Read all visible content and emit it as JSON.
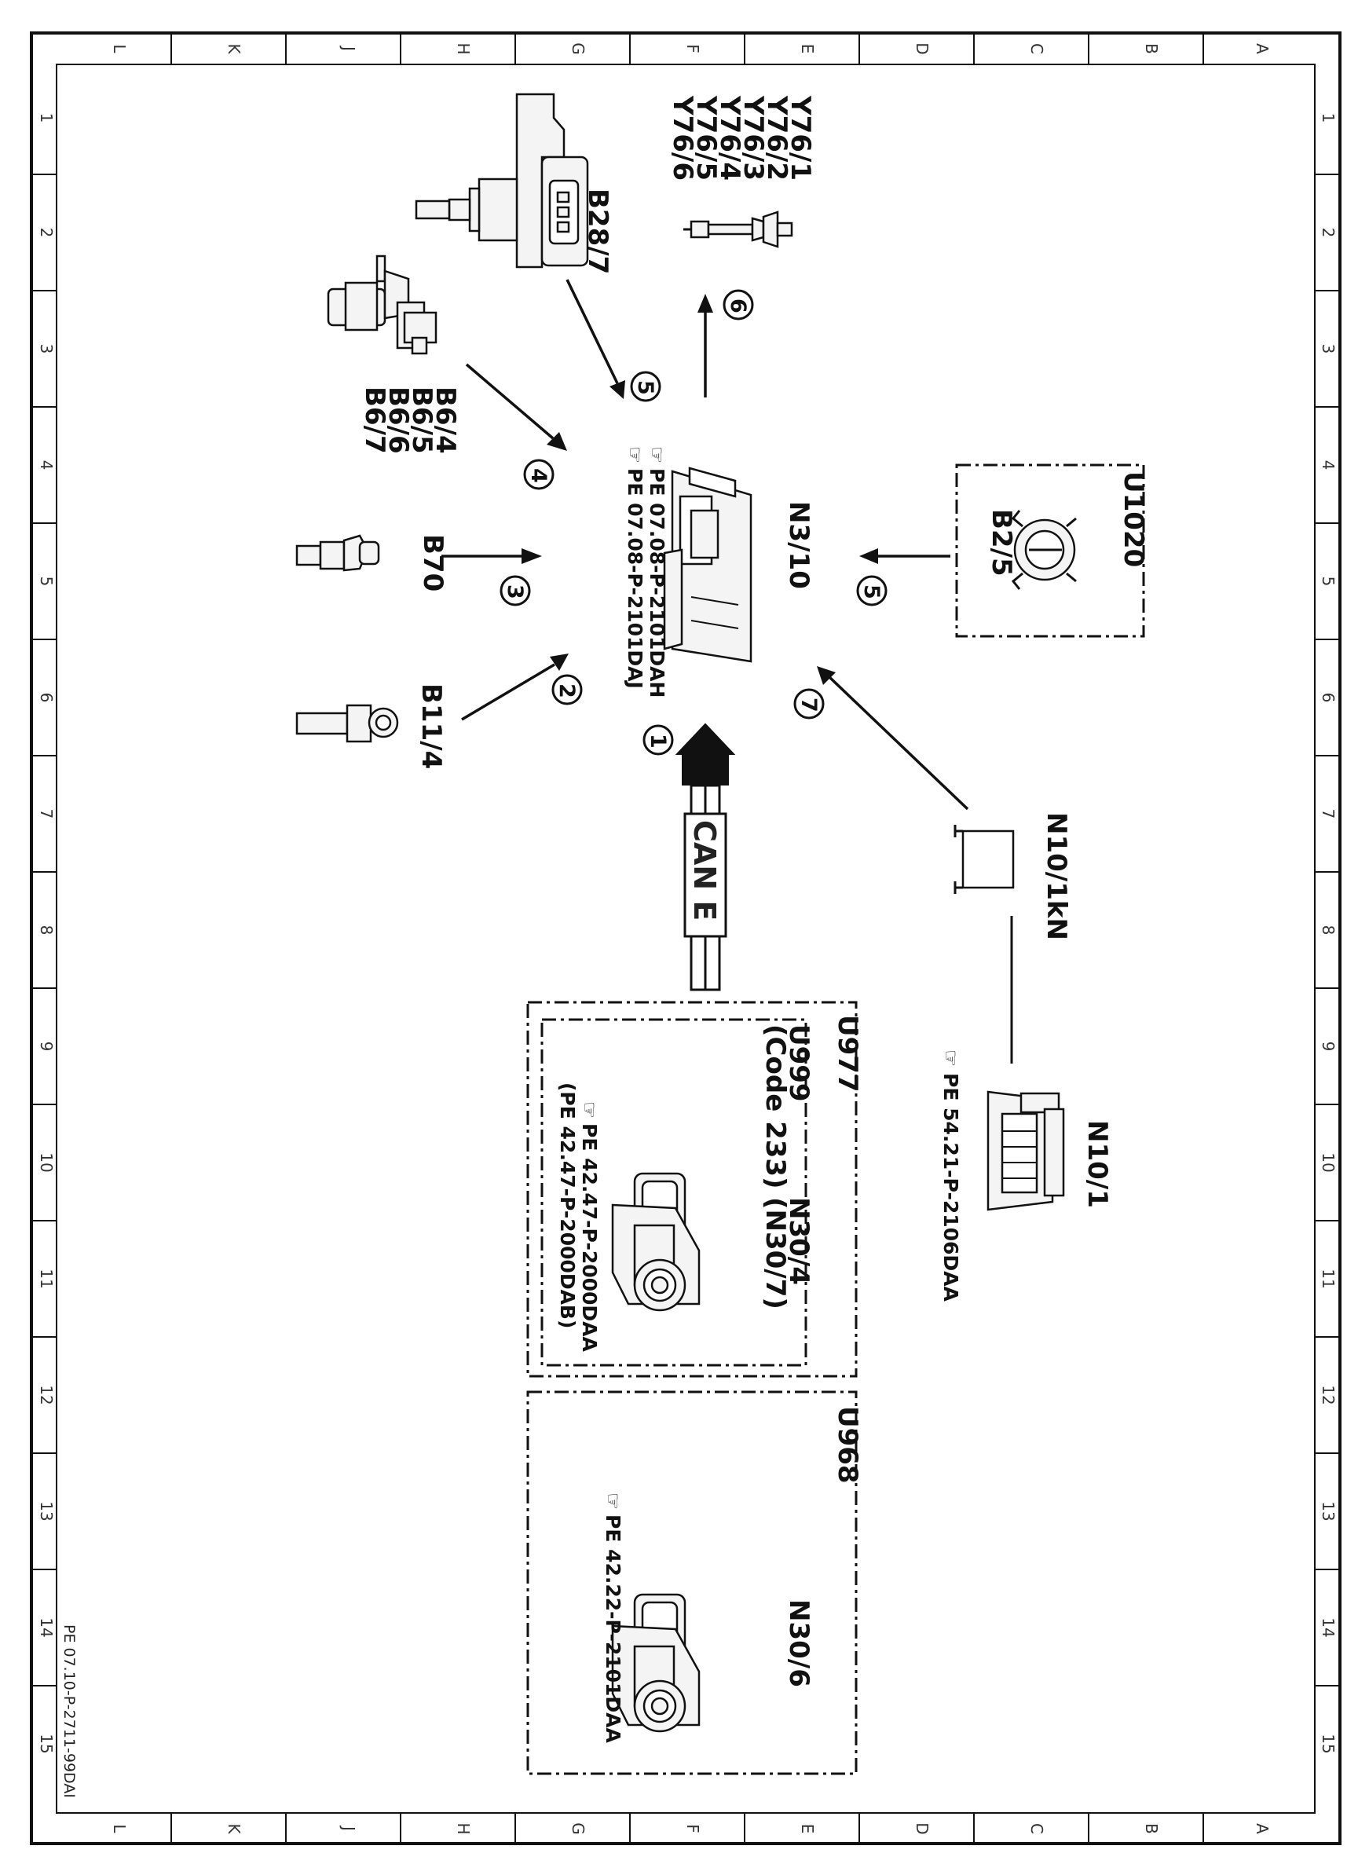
{
  "document_id": "PE 07.10-P-2711-99DAI",
  "grid": {
    "rows": [
      "A",
      "B",
      "C",
      "D",
      "E",
      "F",
      "G",
      "H",
      "J",
      "K",
      "L"
    ],
    "cols": [
      "1",
      "2",
      "3",
      "4",
      "5",
      "6",
      "7",
      "8",
      "9",
      "10",
      "11",
      "12",
      "13",
      "14",
      "15"
    ]
  },
  "components": {
    "y76": {
      "labels": [
        "Y76/1",
        "Y76/2",
        "Y76/3",
        "Y76/4",
        "Y76/5",
        "Y76/6"
      ]
    },
    "b28_7": {
      "label": "B28/7"
    },
    "b6": {
      "labels": [
        "B6/4",
        "B6/5",
        "B6/6",
        "B6/7"
      ]
    },
    "b70": {
      "label": "B70"
    },
    "b11_4": {
      "label": "B11/4"
    },
    "n3_10": {
      "label": "N3/10",
      "refs": [
        "PE 07.08-P-2101DAH",
        "PE 07.08-P-2101DAJ"
      ]
    },
    "u1020": {
      "label": "U1020",
      "part": "B2/5"
    },
    "n10_1kn": {
      "label": "N10/1kN"
    },
    "n10_1": {
      "label": "N10/1",
      "ref": "PE 54.21-P-2106DAA"
    },
    "u977": {
      "label": "U977",
      "u999": "U999",
      "code": "(Code 233)",
      "part": "N30/4",
      "part_alt": "(N30/7)",
      "refs": [
        "PE 42.47-P-2000DAA",
        "(PE 42.47-P-2000DAB)"
      ]
    },
    "u968": {
      "label": "U968",
      "part": "N30/6",
      "ref": "PE 42.22-P-2101DAA"
    }
  },
  "bus": {
    "label": "CAN E"
  },
  "signals": [
    "1",
    "2",
    "3",
    "4",
    "5",
    "5",
    "6",
    "7"
  ]
}
